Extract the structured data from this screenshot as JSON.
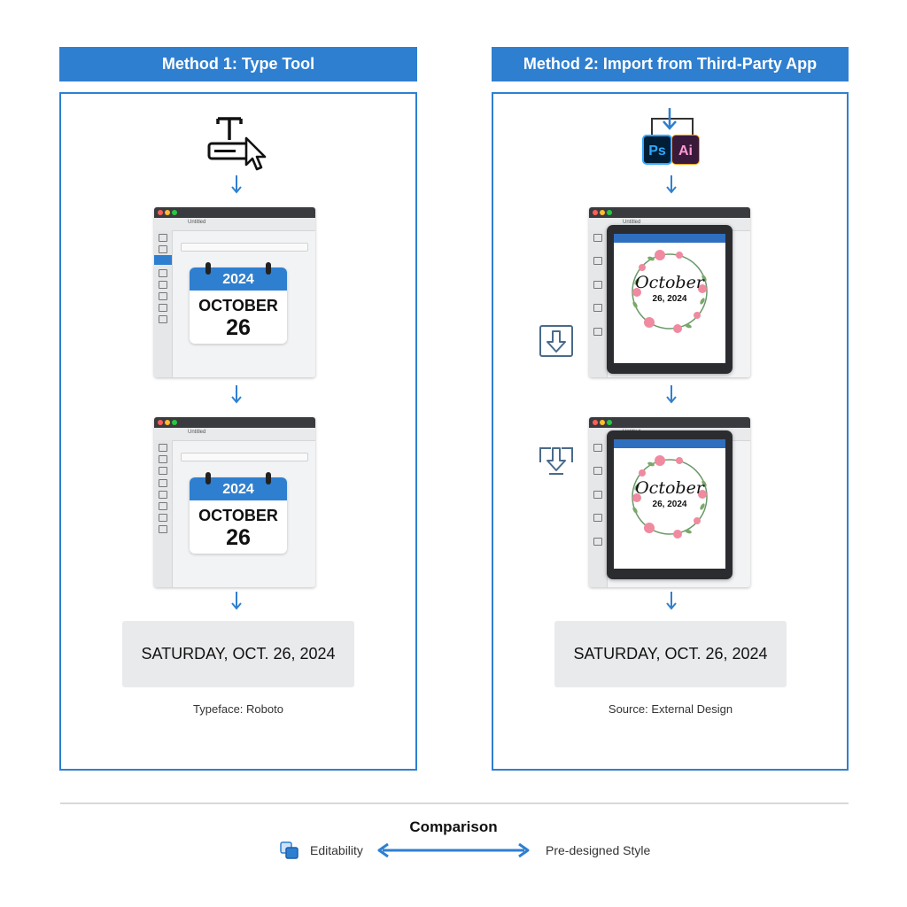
{
  "method1": {
    "title": "Method 1: Type Tool",
    "calendar": {
      "year": "2024",
      "month": "OCTOBER",
      "day": "26"
    },
    "window_title": "Untitled",
    "result": "SATURDAY, OCT. 26, 2024",
    "caption": "Typeface: Roboto"
  },
  "method2": {
    "title": "Method 2: Import from Third-Party App",
    "app_icons": [
      "Ps",
      "Ai"
    ],
    "window_title": "Untitled",
    "design_script": "October",
    "design_date": "26, 2024",
    "result": "SATURDAY, OCT. 26, 2024",
    "caption": "Source: External Design"
  },
  "comparison": {
    "title": "Comparison",
    "left_label": "Editability",
    "right_label": "Pre-designed Style"
  },
  "colors": {
    "accent": "#2f7fd0",
    "ps": "#31a8ff",
    "ai": "#ff9a00"
  }
}
